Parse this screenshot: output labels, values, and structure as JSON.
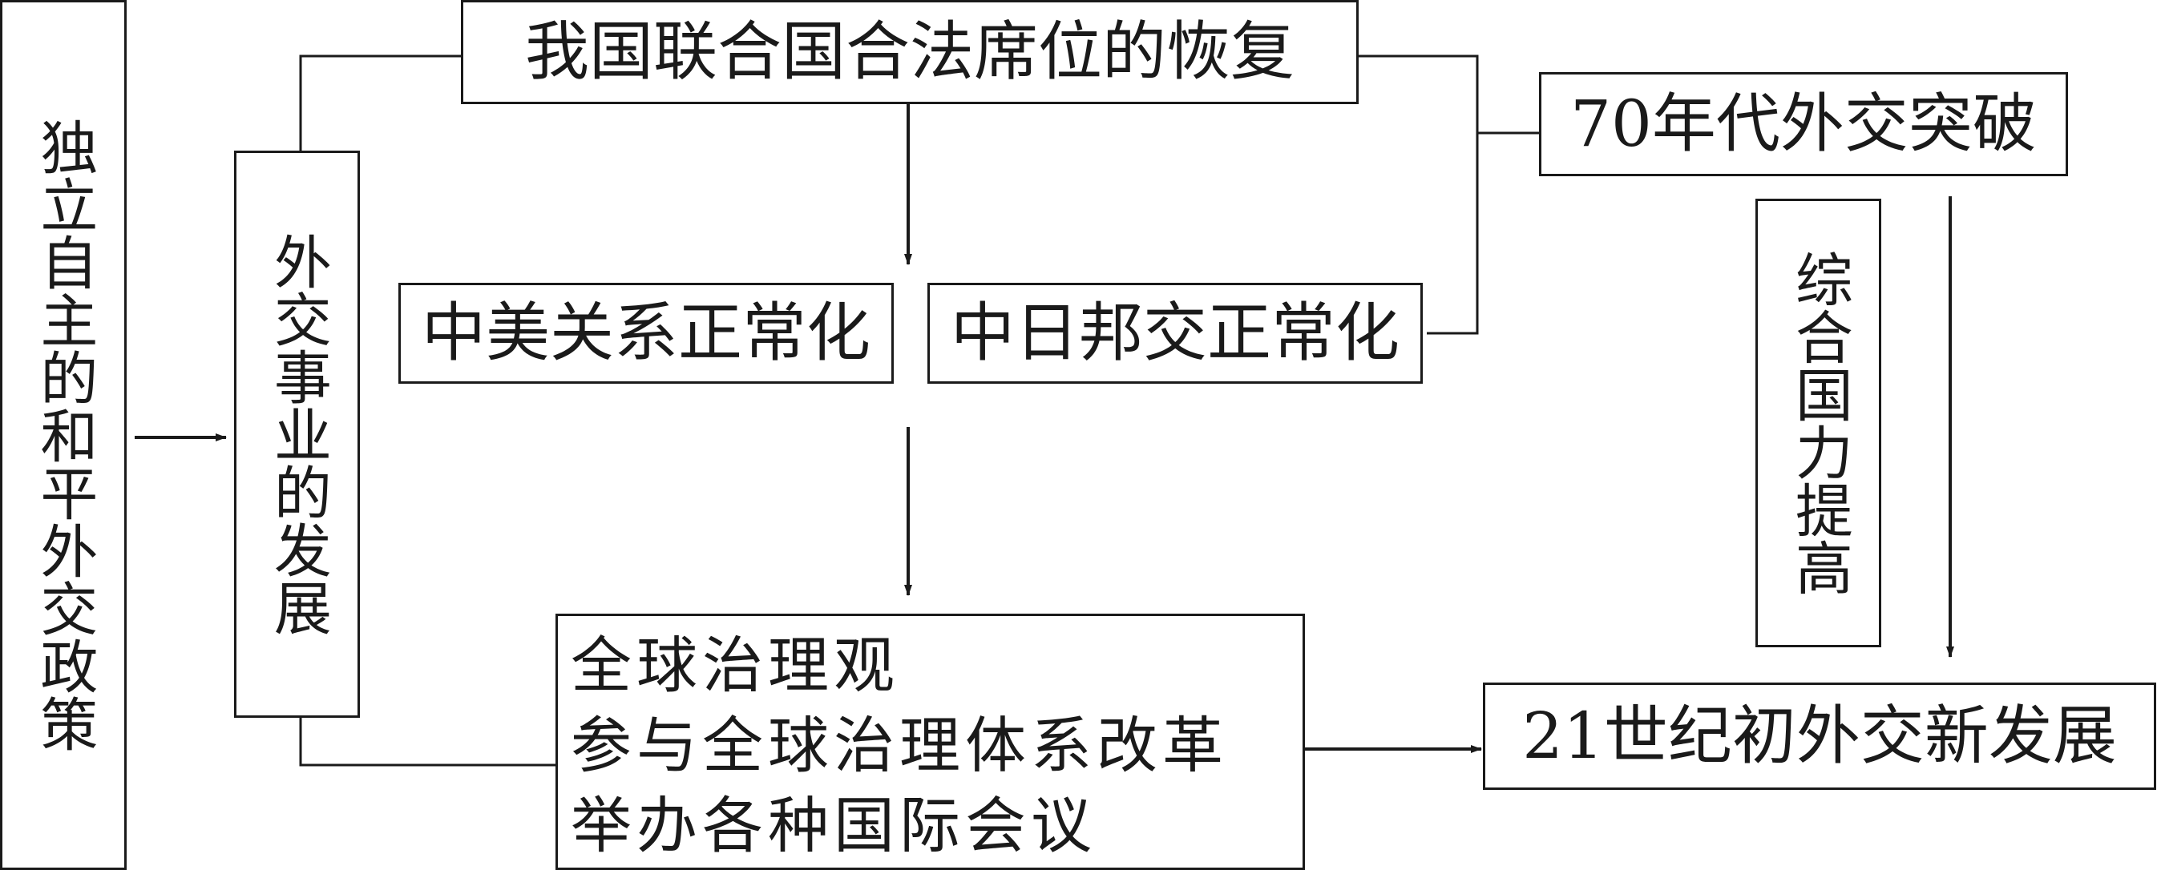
{
  "nodes": {
    "independent_peaceful_policy": "独立自主的和平外交政策",
    "diplomacy_development": "外交事业的发展",
    "un_seat_restoration": "我国联合国合法席位的恢复",
    "sino_us_normalization": "中美关系正常化",
    "sino_japan_normalization": "中日邦交正常化",
    "breakthrough_70s": "70年代外交突破",
    "national_strength_rise": "综合国力提高",
    "new_development_21c": "21世纪初外交新发展",
    "global_governance": [
      "全球治理观",
      "参与全球治理体系改革",
      "举办各种国际会议"
    ]
  },
  "colors": {
    "line": "#1a1a1a",
    "background": "#ffffff"
  }
}
